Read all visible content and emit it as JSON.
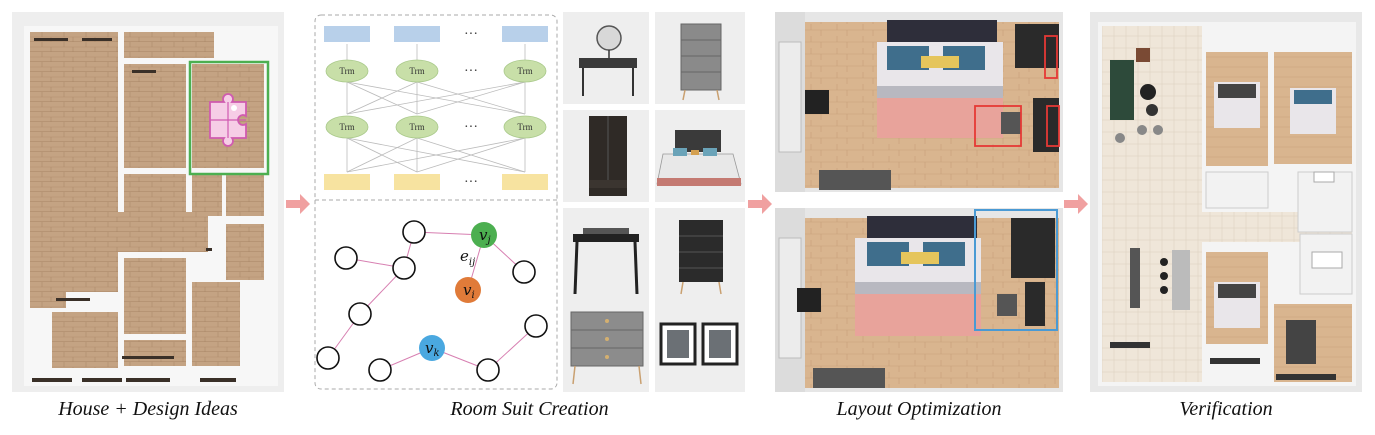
{
  "captions": {
    "house": "House + Design Ideas",
    "suit": "Room Suit Creation",
    "layout": "Layout Optimization",
    "verify": "Verification"
  },
  "transformer": {
    "block_label": "Trm",
    "ellipsis": "···"
  },
  "graph": {
    "edge_label": "e",
    "edge_label_sub": "ij",
    "node_j": "v",
    "node_j_sub": "j",
    "node_i": "v",
    "node_i_sub": "i",
    "node_k": "v",
    "node_k_sub": "k"
  },
  "colors": {
    "arrow": "#f0a0a0",
    "wood": "#c2a284",
    "highlight_green": "#4caf50",
    "highlight_red": "#e53935",
    "highlight_blue": "#4a9ad4",
    "node_green": "#4caf50",
    "node_orange": "#e07b39",
    "node_blue": "#4aa8e0",
    "trm_fill": "#c8dfa8",
    "token_top": "#b8d0ea",
    "token_bottom": "#f7e3a0"
  },
  "icons": {
    "puzzle": "puzzle-icon",
    "arrow": "right-arrow-icon"
  }
}
